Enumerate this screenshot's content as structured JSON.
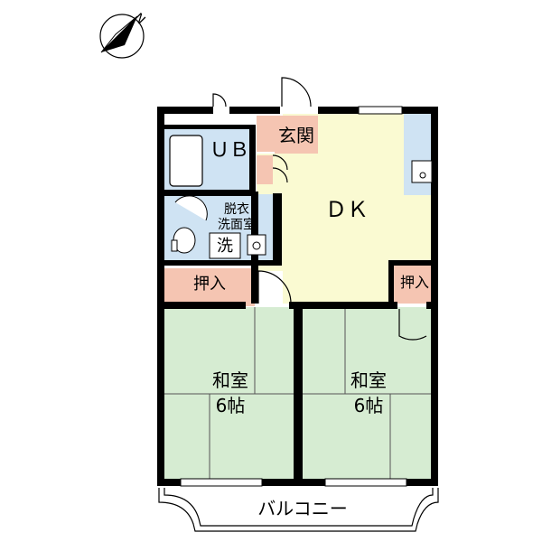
{
  "compass": {
    "label": "N"
  },
  "rooms": {
    "entrance": "玄関",
    "unit_bath": "ＵＢ",
    "dressing_line1": "脱衣",
    "dressing_line2": "洗面室",
    "washer": "洗",
    "dining_kitchen": "ＤＫ",
    "closet_left": "押入",
    "closet_right": "押入",
    "washitsu_left_name": "和室",
    "washitsu_left_size": "6帖",
    "washitsu_right_name": "和室",
    "washitsu_right_size": "6帖",
    "balcony": "バルコニー"
  },
  "colors": {
    "wall": "#000000",
    "tatami": "#d6ecd2",
    "kitchen": "#fafad2",
    "wet_area": "#cfe3f3",
    "closet": "#f5c5b2",
    "compass": "#000000"
  }
}
